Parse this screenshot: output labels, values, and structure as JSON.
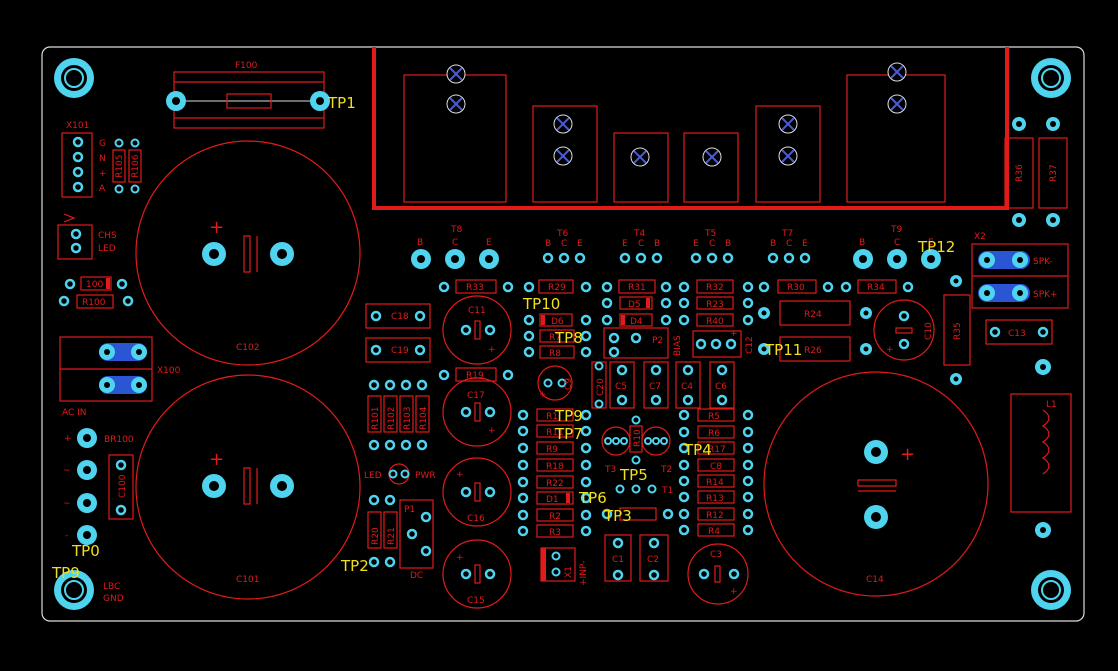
{
  "colors": {
    "background": "#000000",
    "silkscreen": "#e01b1b",
    "pad": "#4fd4f0",
    "testpoint": "#f0e01a",
    "outline": "#dddddd",
    "jumper": "#2a56d4"
  },
  "labels": {
    "fuse": "F100",
    "x101": "X101",
    "x101_pins": [
      "G",
      "N",
      "+",
      "A"
    ],
    "r105": "R105",
    "r106": "R106",
    "chs": "CHS",
    "led": "LED",
    "r100a": "100",
    "r100": "R100",
    "c102": "C102",
    "c101": "C101",
    "x100": "X100",
    "ac_in": "AC IN",
    "br100": "BR100",
    "c100": "C100",
    "br_plus": "+",
    "br_ac1": "~",
    "br_ac2": "~",
    "br_minus": "-",
    "lbc": "LBC",
    "gnd": "GND",
    "c18": "C18",
    "c19": "C19",
    "r101": "R101",
    "r102": "R102",
    "r103": "R103",
    "r104": "R104",
    "led_pwr": "LED",
    "pwr": "PWR",
    "r20": "R20",
    "r21": "R21",
    "p1": "P1",
    "dc": "DC",
    "c11": "C11",
    "c17": "C17",
    "c16": "C16",
    "c15": "C15",
    "c9": "C9",
    "r33": "R33",
    "r19": "R19",
    "r29": "R29",
    "r31": "R31",
    "r32": "R32",
    "r30": "R30",
    "r34": "R34",
    "d6": "D6",
    "d5": "D5",
    "d4": "D4",
    "r23": "R23",
    "r40": "R40",
    "r7": "R7",
    "r8": "R8",
    "p2": "P2",
    "bias": "BIAS",
    "c12": "C12",
    "c20": "C20",
    "c5": "C5",
    "c7": "C7",
    "c4": "C4",
    "c6": "C6",
    "r1": "R1",
    "r11": "R11",
    "r9": "R9",
    "r18": "R18",
    "r22": "R22",
    "d1": "D1",
    "r2": "R2",
    "r3": "R3",
    "r10": "R10",
    "t3": "T3",
    "t2": "T2",
    "t1": "T1",
    "r5": "R5",
    "r6": "R6",
    "r17": "R17",
    "c8": "C8",
    "r14": "R14",
    "r13": "R13",
    "r12": "R12",
    "r4": "R4",
    "r24": "R24",
    "r26": "R26",
    "c10": "C10",
    "r35": "R35",
    "c13": "C13",
    "r36": "R36",
    "r37": "R37",
    "l1": "L1",
    "c14": "C14",
    "x1": "X1",
    "inp": "+INP-",
    "c1": "C1",
    "c2": "C2",
    "c3": "C3",
    "x2": "X2",
    "spk_minus": "SPK-",
    "spk_plus": "SPK+",
    "t8": "T8",
    "t6": "T6",
    "t4": "T4",
    "t5": "T5",
    "t7": "T7",
    "t9": "T9",
    "b": "B",
    "c": "C",
    "e": "E"
  },
  "testpoints": {
    "tp0": "TP0",
    "tp1": "TP1",
    "tp2": "TP2",
    "tp3": "TP3",
    "tp4": "TP4",
    "tp5": "TP5",
    "tp6": "TP6",
    "tp7": "TP7",
    "tp8": "TP8",
    "tp9": "TP9",
    "tp10": "TP10",
    "tp11": "TP11",
    "tp12": "TP12",
    "tp_lbc": "TP9"
  }
}
